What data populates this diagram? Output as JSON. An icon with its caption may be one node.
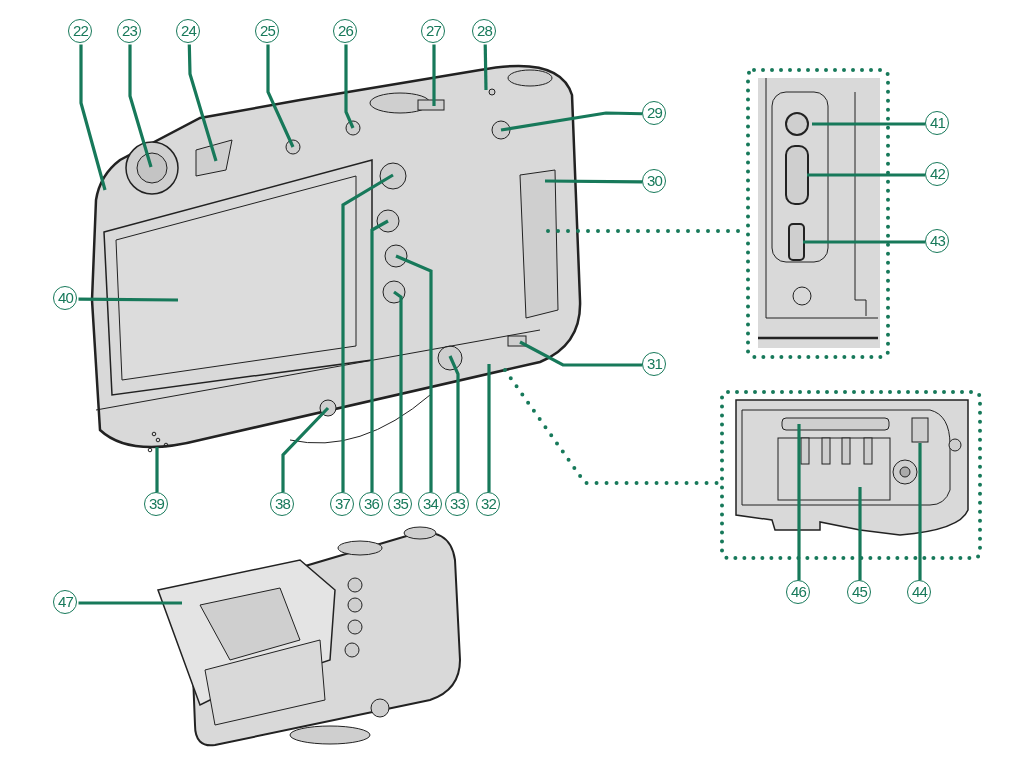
{
  "diagram": {
    "nodes": [
      {
        "text": [
          "22"
        ]
      },
      {
        "text": [
          "23"
        ]
      },
      {
        "text": [
          "24"
        ]
      },
      {
        "text": [
          "25"
        ]
      },
      {
        "text": [
          "26"
        ]
      },
      {
        "text": [
          "27"
        ]
      },
      {
        "text": [
          "28"
        ]
      },
      {
        "text": [
          "29"
        ]
      },
      {
        "text": [
          "30"
        ]
      },
      {
        "text": [
          "31"
        ]
      },
      {
        "text": [
          "32"
        ]
      },
      {
        "text": [
          "33"
        ]
      },
      {
        "text": [
          "34"
        ]
      },
      {
        "text": [
          "35"
        ]
      },
      {
        "text": [
          "36"
        ]
      },
      {
        "text": [
          "37"
        ]
      },
      {
        "text": [
          "38"
        ]
      },
      {
        "text": [
          "39"
        ]
      },
      {
        "text": [
          "40"
        ]
      },
      {
        "text": [
          "41"
        ]
      },
      {
        "text": [
          "42"
        ]
      },
      {
        "text": [
          "43"
        ]
      },
      {
        "text": [
          "44"
        ]
      },
      {
        "text": [
          "45"
        ]
      },
      {
        "text": [
          "46"
        ]
      },
      {
        "text": [
          "47"
        ]
      }
    ],
    "edges": [
      {
        "from": 0,
        "to": null,
        "arrow": "none"
      },
      {
        "from": 1,
        "to": null,
        "arrow": "none"
      },
      {
        "from": 2,
        "to": null,
        "arrow": "none"
      },
      {
        "from": 3,
        "to": null,
        "arrow": "none"
      },
      {
        "from": 4,
        "to": null,
        "arrow": "none"
      },
      {
        "from": 5,
        "to": null,
        "arrow": "none"
      },
      {
        "from": 6,
        "to": null,
        "arrow": "none"
      },
      {
        "from": 7,
        "to": null,
        "arrow": "none"
      },
      {
        "from": 8,
        "to": null,
        "arrow": "none"
      },
      {
        "from": 9,
        "to": null,
        "arrow": "none"
      },
      {
        "from": 10,
        "to": null,
        "arrow": "none"
      },
      {
        "from": 11,
        "to": null,
        "arrow": "none"
      },
      {
        "from": 12,
        "to": null,
        "arrow": "none"
      },
      {
        "from": 13,
        "to": null,
        "arrow": "none"
      },
      {
        "from": 14,
        "to": null,
        "arrow": "none"
      },
      {
        "from": 15,
        "to": null,
        "arrow": "none"
      },
      {
        "from": 16,
        "to": null,
        "arrow": "none"
      },
      {
        "from": 17,
        "to": null,
        "arrow": "none"
      },
      {
        "from": 18,
        "to": null,
        "arrow": "none"
      },
      {
        "from": 19,
        "to": null,
        "arrow": "none"
      },
      {
        "from": 20,
        "to": null,
        "arrow": "none"
      },
      {
        "from": 21,
        "to": null,
        "arrow": "none"
      },
      {
        "from": 22,
        "to": null,
        "arrow": "none"
      },
      {
        "from": 23,
        "to": null,
        "arrow": "none"
      },
      {
        "from": 24,
        "to": null,
        "arrow": "none"
      },
      {
        "from": 25,
        "to": null,
        "arrow": "none"
      }
    ]
  }
}
